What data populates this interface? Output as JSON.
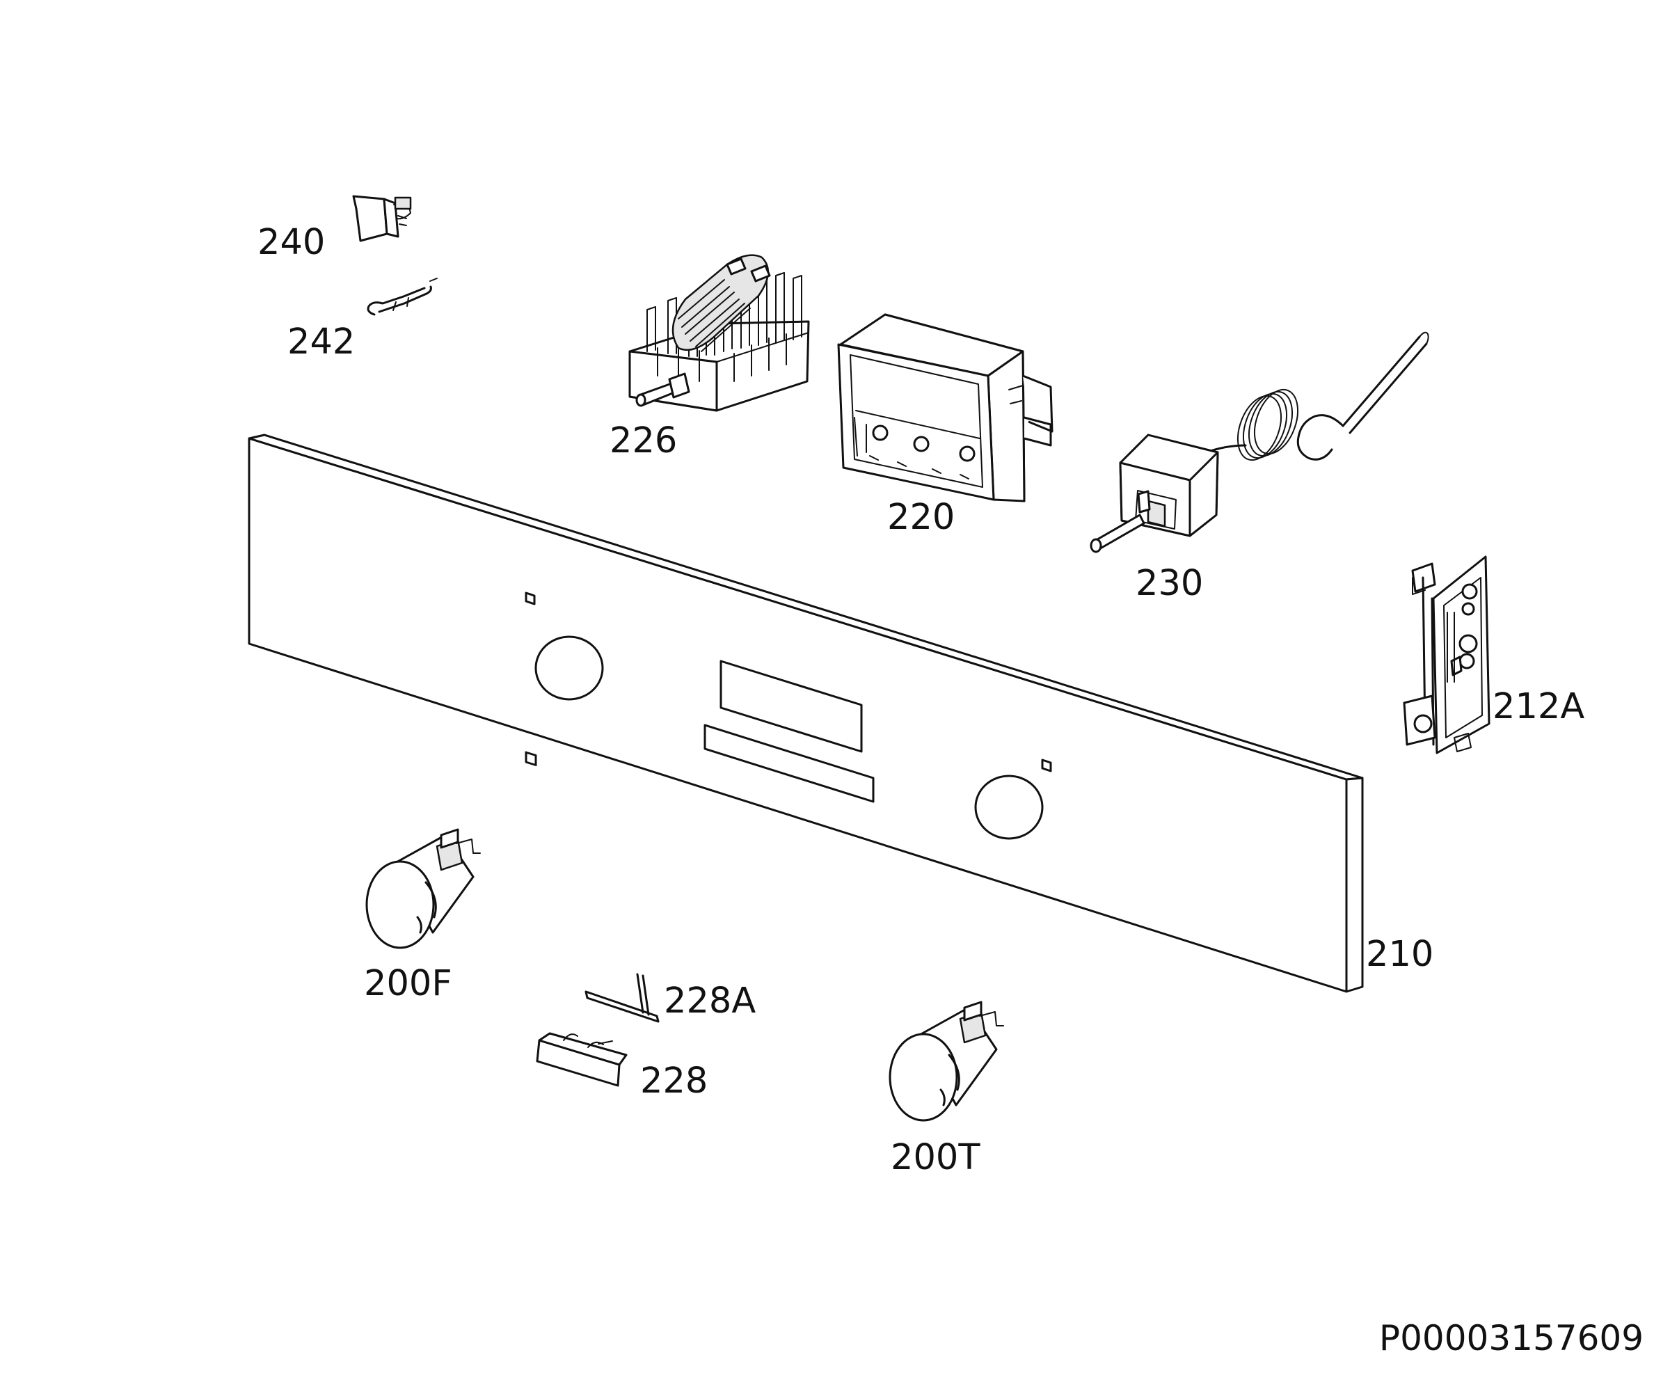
{
  "diagram": {
    "parts": [
      {
        "id": "240",
        "label": "240"
      },
      {
        "id": "242",
        "label": "242"
      },
      {
        "id": "226",
        "label": "226"
      },
      {
        "id": "220",
        "label": "220"
      },
      {
        "id": "230",
        "label": "230"
      },
      {
        "id": "212A",
        "label": "212A"
      },
      {
        "id": "210",
        "label": "210"
      },
      {
        "id": "200F",
        "label": "200F"
      },
      {
        "id": "228A",
        "label": "228A"
      },
      {
        "id": "228",
        "label": "228"
      },
      {
        "id": "200T",
        "label": "200T"
      }
    ],
    "document_id": "P00003157609"
  }
}
